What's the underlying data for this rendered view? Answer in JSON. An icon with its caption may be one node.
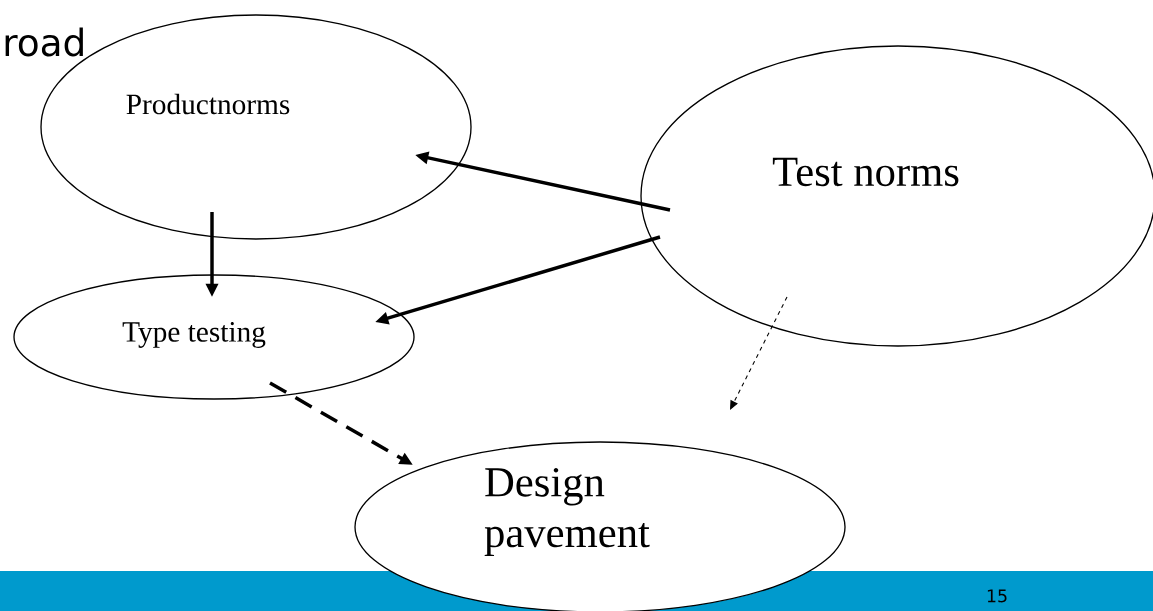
{
  "diagram": {
    "nodes": [
      {
        "text": [
          "Productnorms"
        ]
      },
      {
        "text": [
          "Test norms"
        ]
      },
      {
        "text": [
          "Type testing"
        ]
      },
      {
        "text": [
          "Design pavement"
        ]
      }
    ],
    "edges": [
      {
        "from": 1,
        "to": 0,
        "arrow": "to"
      },
      {
        "from": 1,
        "to": 2,
        "arrow": "to"
      },
      {
        "from": 0,
        "to": 2,
        "arrow": "to"
      },
      {
        "from": 2,
        "to": 3,
        "arrow": "to",
        "style": "dashed"
      },
      {
        "from": 1,
        "to": 3,
        "arrow": "to",
        "style": "dashed"
      }
    ],
    "labels": [
      "road",
      "15"
    ]
  }
}
